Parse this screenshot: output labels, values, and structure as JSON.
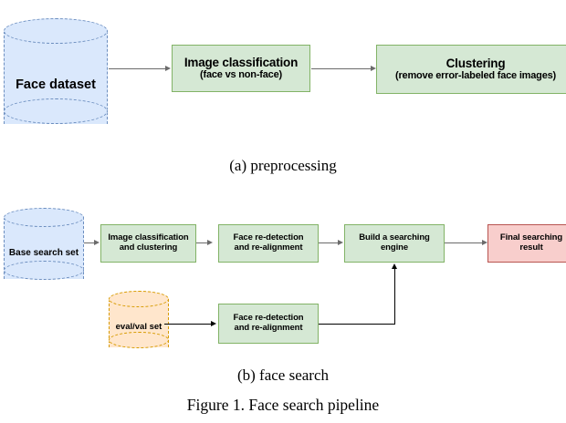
{
  "figure": {
    "caption": "Figure 1. Face search pipeline",
    "subcaptions": {
      "a": "(a)  preprocessing",
      "b": "(b)  face search"
    }
  },
  "colors": {
    "green_fill": "#d5e8d4",
    "green_stroke": "#82b366",
    "red_fill": "#f8cecc",
    "red_stroke": "#b85450",
    "blue_fill": "#dae8fc",
    "blue_stroke": "#6c8ebf",
    "orange_fill": "#ffe6cc",
    "orange_stroke": "#d79b00",
    "connector": "#6b6b6b"
  },
  "diagram_a": {
    "datastore": {
      "label": "Face dataset",
      "shape": "cylinder",
      "color": "blue"
    },
    "steps": [
      {
        "title": "Image classification",
        "subtitle": "(face vs non-face)",
        "color": "green"
      },
      {
        "title": "Clustering",
        "subtitle": "(remove error-labeled face images)",
        "color": "green"
      }
    ]
  },
  "diagram_b": {
    "base_datastore": {
      "label": "Base search set",
      "shape": "cylinder",
      "color": "blue"
    },
    "eval_datastore": {
      "label": "eval/val set",
      "shape": "cylinder",
      "color": "orange"
    },
    "top_steps": [
      {
        "line1": "Image classification",
        "line2": "and clustering",
        "color": "green"
      },
      {
        "line1": "Face re-detection",
        "line2": "and re-alignment",
        "color": "green"
      },
      {
        "line1": "Build a searching",
        "line2": "engine",
        "color": "green"
      },
      {
        "line1": "Final searching",
        "line2": "result",
        "color": "red"
      }
    ],
    "bottom_steps": [
      {
        "line1": "Face re-detection",
        "line2": "and re-alignment",
        "color": "green"
      }
    ]
  }
}
